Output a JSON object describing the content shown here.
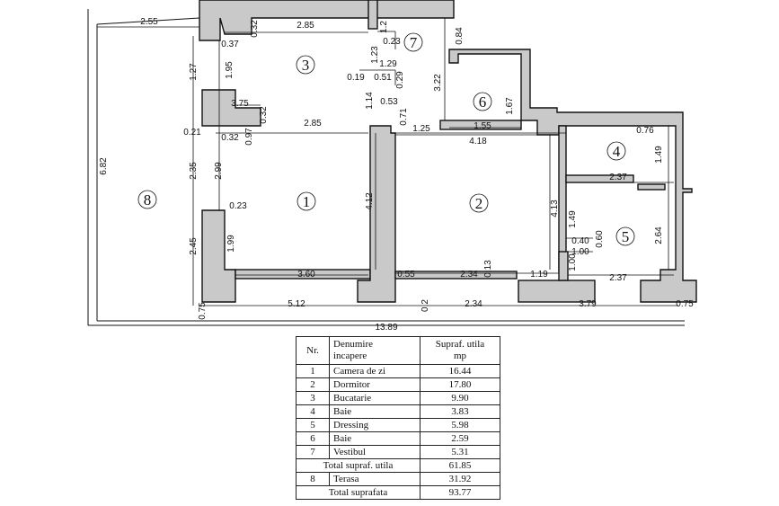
{
  "rooms": [
    {
      "num": "1",
      "name": "Camera de zi",
      "area": "16.44"
    },
    {
      "num": "2",
      "name": "Dormitor",
      "area": "17.80"
    },
    {
      "num": "3",
      "name": "Bucatarie",
      "area": "9.90"
    },
    {
      "num": "4",
      "name": "Baie",
      "area": "3.83"
    },
    {
      "num": "5",
      "name": "Dressing",
      "area": "5.98"
    },
    {
      "num": "6",
      "name": "Baie",
      "area": "2.59"
    },
    {
      "num": "7",
      "name": "Vestibul",
      "area": "5.31"
    },
    {
      "num": "8",
      "name": "Terasa",
      "area": "31.92"
    }
  ],
  "table": {
    "hdr_nr": "Nr.",
    "hdr_name_1": "Denumire",
    "hdr_name_2": "incapere",
    "hdr_area_1": "Supraf. utila",
    "hdr_area_2": "mp",
    "total_util_label": "Total supraf. utila",
    "total_util_value": "61.85",
    "total_label": "Total suprafata",
    "total_value": "93.77"
  },
  "dims": {
    "d255": "2.55",
    "d285a": "2.85",
    "d032a": "0.32",
    "d037": "0.37",
    "d023a": "0.23",
    "d12": "1.2",
    "d084": "0.84",
    "d127": "1.27",
    "d195": "1.95",
    "d129": "1.29",
    "d123": "1.23",
    "d322": "3.22",
    "d019": "0.19",
    "d051": "0.51",
    "d029": "0.29",
    "d114": "1.14",
    "d053": "0.53",
    "d375": "3.75",
    "d032b": "0.32",
    "d071": "0.71",
    "d155": "1.55",
    "d167": "1.67",
    "d021": "0.21",
    "d032c": "0.32",
    "d097": "0.97",
    "d285b": "2.85",
    "d125": "1.25",
    "d418": "4.18",
    "d076": "0.76",
    "d149a": "1.49",
    "d682": "6.82",
    "d235": "2.35",
    "d299": "2.99",
    "d237a": "2.37",
    "d023b": "0.23",
    "d412": "4.12",
    "d413": "4.13",
    "d149b": "1.49",
    "d264": "2.64",
    "d245": "2.45",
    "d199": "1.99",
    "d060": "0.60",
    "d040": "0.40",
    "d100a": "1.00",
    "d100b": "1.00",
    "d360": "3.60",
    "d055": "0.55",
    "d234a": "2.34",
    "d013": "0.13",
    "d119": "1.19",
    "d237b": "2.37",
    "d075a": "0.75",
    "d512": "5.12",
    "d02": "0.2",
    "d234b": "2.34",
    "d379": "3.79",
    "d075b": "0.75",
    "d1389": "13.89"
  }
}
